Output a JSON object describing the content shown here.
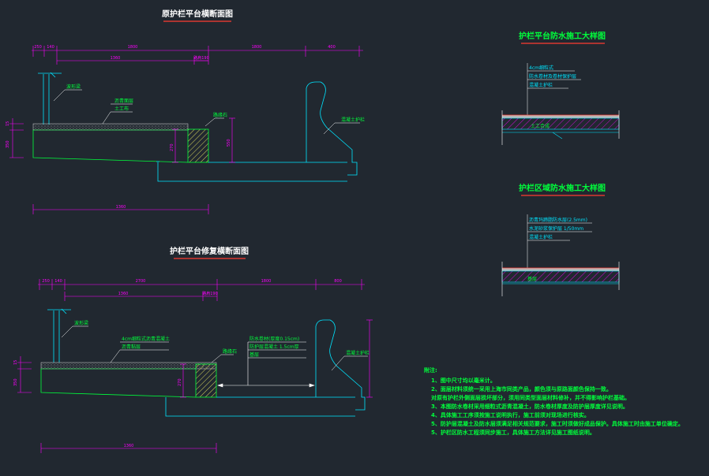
{
  "colors": {
    "background": "#212830",
    "title": "#ffffff",
    "title_underline": "#ff3b30",
    "dimension": "#ff00ff",
    "structure": "#00e5ff",
    "label": "#00ff3c",
    "hatch": "#d9d65c",
    "notes": "#00ff3c",
    "surface": "#cfcfcf"
  },
  "section_original": {
    "title": "原护栏平台横断面图",
    "labels": {
      "guardrail": "波形梁",
      "asphalt": "沥青面层",
      "base": "土工布",
      "curb": "路缘石",
      "barrier": "混凝土护栏"
    },
    "dims": {
      "top": [
        "250",
        "140",
        "1800",
        "1800",
        "400"
      ],
      "sub_left": "1360",
      "sub_mid": "路肩190",
      "left_a": "15",
      "left_b": "350",
      "curb_h": "270",
      "barrier_h": "550",
      "bottom": "1360"
    }
  },
  "section_repair": {
    "title": "护栏平台修复横断面图",
    "labels": {
      "guardrail": "波形梁",
      "membrane": "4cm细粒式沥青混凝土",
      "adhesive": "沥青黏层",
      "curb": "路缘石",
      "layer1": "防水卷材(厚度0.15cm)",
      "layer2": "防护层混凝土 1.5cm厚",
      "layer3": "基层",
      "barrier": "混凝土护栏"
    },
    "dims": {
      "top": [
        "250",
        "140",
        "2700",
        "1800",
        "800"
      ],
      "sub_left": "1360",
      "sub_mid": "路肩190",
      "left_a": "15",
      "left_b": "350",
      "curb_h": "270",
      "bottom": "1360"
    }
  },
  "detail_a": {
    "title": "护栏平台防水施工大样图",
    "labels": [
      "4cm细粒式",
      "防水卷材及卷材保护层",
      "混凝土护栏"
    ],
    "base": "土工合成"
  },
  "detail_b": {
    "title": "护栏区域防水施工大样图",
    "labels": [
      "沥青玛蹄脂防水层(2.5mm)",
      "水泥砂浆保护层 1/50mm",
      "混凝土护栏"
    ],
    "base": "基层"
  },
  "notes": {
    "heading": "附注:",
    "items": [
      "1、图中尺寸均以毫米计。",
      "2、面层材料须统一采用上海市同类产品，颜色须与原路面颜色保持一致。",
      "   对原有护栏外侧面层损坏部分，须用同类型面层材料修补，并不得影响护栏基础。",
      "3、本图防水卷材采用细粒式沥青混凝土，防水卷材厚度及防护层厚度详见说明。",
      "4、具体施工工序须按施工说明执行，施工前须对现场进行核实。",
      "5、防护层混凝土及防水层须满足相关规范要求，施工时须做好成品保护。具体施工时由施工单位确定。",
      "5、护栏区防水工程须同步施工，具体施工方法详见施工图纸说明。"
    ]
  }
}
